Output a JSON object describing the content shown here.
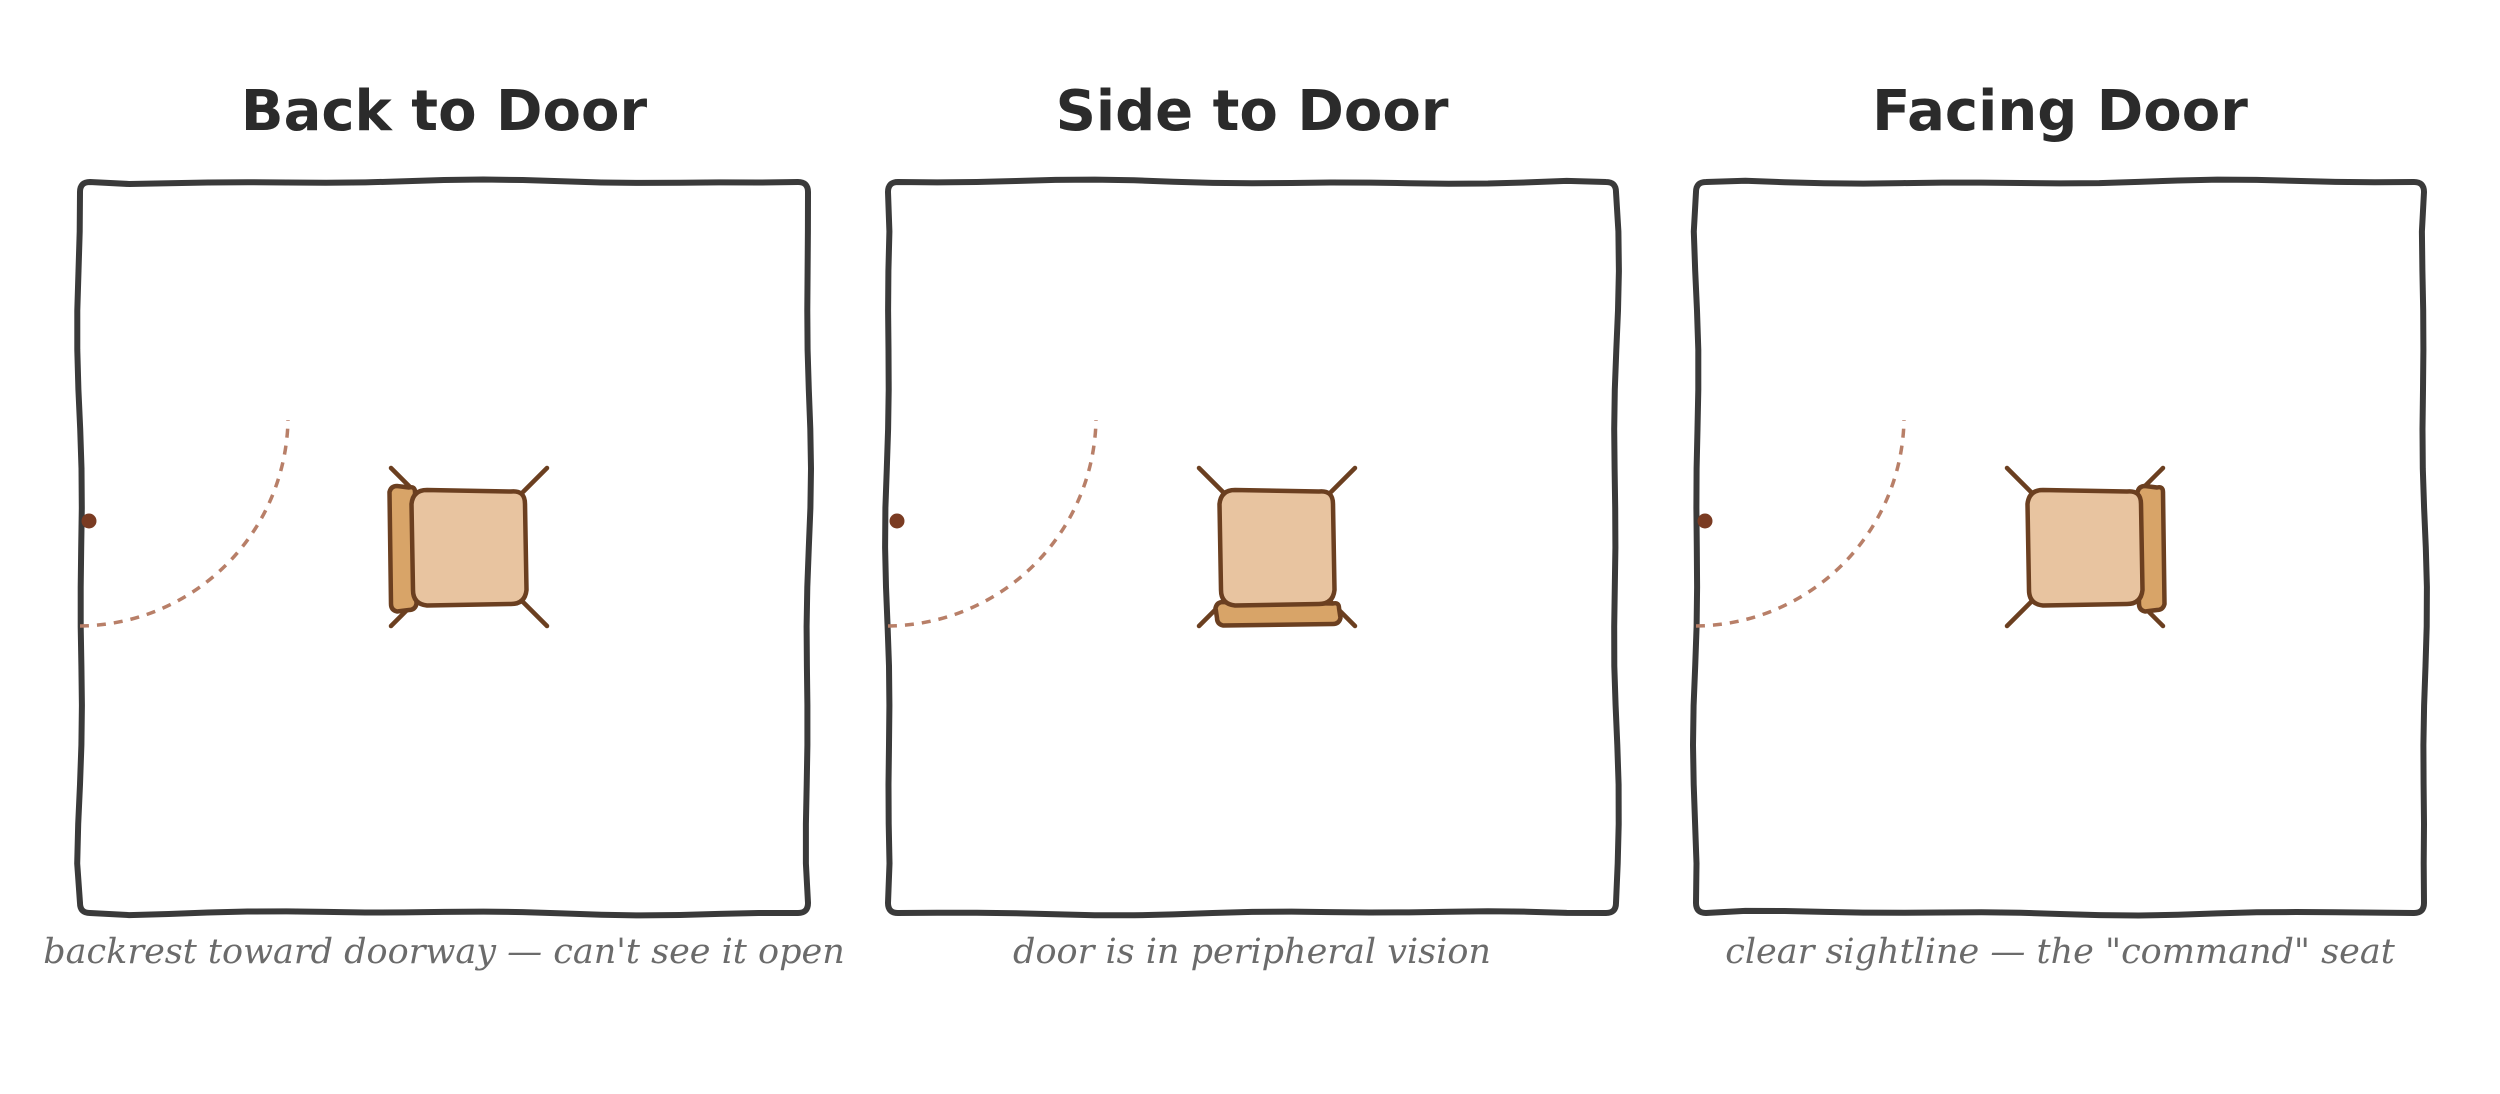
{
  "panels": [
    {
      "title": "Back to Door",
      "caption": "backrest toward doorway — can't see it open",
      "backrest_side": "left"
    },
    {
      "title": "Side to Door",
      "caption": "door is in peripheral vision",
      "backrest_side": "bottom"
    },
    {
      "title": "Facing Door",
      "caption": "clear sightline — the \"command\" seat",
      "backrest_side": "right"
    }
  ],
  "colors": {
    "title": "#2b2b2b",
    "caption": "#6b6b6b",
    "room_outline": "#3a3a3a",
    "door_hinge": "#7a3b22",
    "door_swing": "#b87f68",
    "chair_outline": "#6b3f20",
    "chair_seat": "#e8c4a0",
    "chair_backrest": "#d8a468"
  }
}
